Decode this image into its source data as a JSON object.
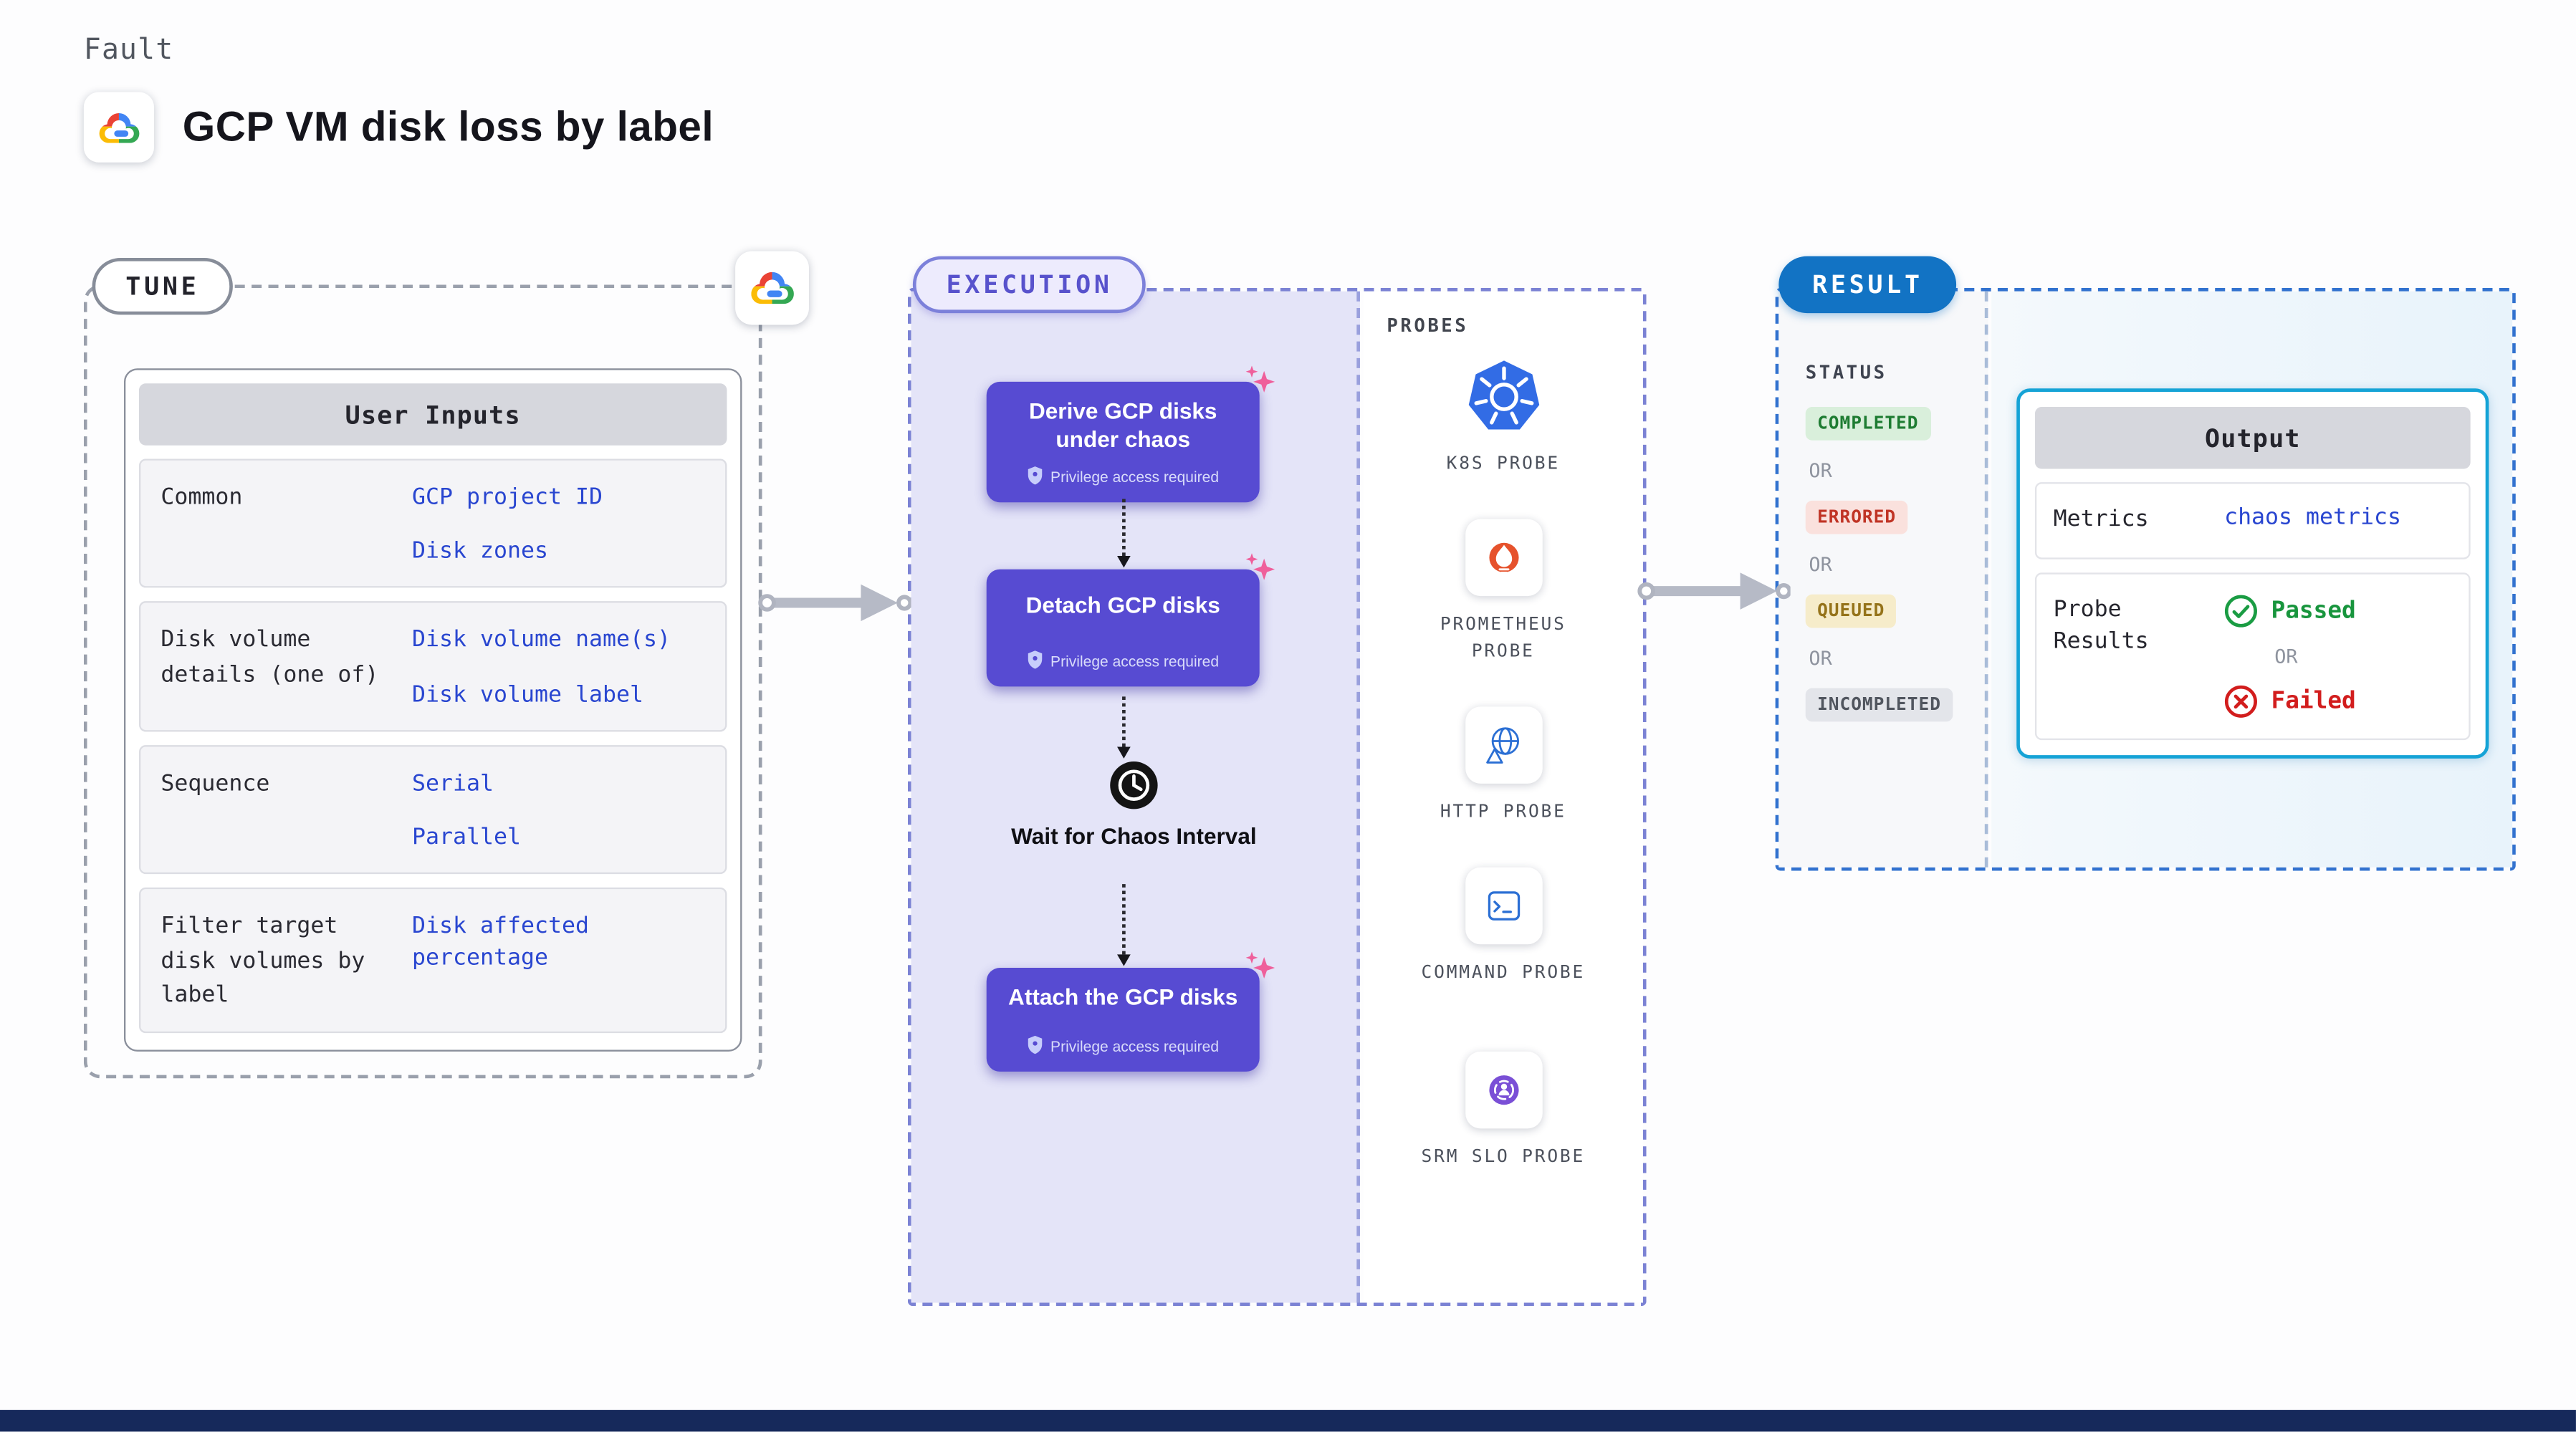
{
  "page": {
    "kicker": "Fault",
    "title": "GCP VM disk loss by label"
  },
  "tune": {
    "label": "TUNE",
    "card_title": "User Inputs",
    "rows": [
      {
        "label": "Common",
        "values": [
          "GCP project ID",
          "Disk zones"
        ]
      },
      {
        "label": "Disk volume details (one of)",
        "values": [
          "Disk volume name(s)",
          "Disk volume label"
        ]
      },
      {
        "label": "Sequence",
        "values": [
          "Serial",
          "Parallel"
        ]
      },
      {
        "label": "Filter target disk volumes by label",
        "values": [
          "Disk affected percentage"
        ]
      }
    ]
  },
  "execution": {
    "label": "EXECUTION",
    "steps": [
      {
        "title": "Derive GCP disks under chaos",
        "badge": "Privilege access required"
      },
      {
        "title": "Detach GCP disks",
        "badge": "Privilege access required"
      },
      {
        "title": "Wait for Chaos Interval"
      },
      {
        "title": "Attach the GCP disks",
        "badge": "Privilege access required"
      }
    ]
  },
  "probes": {
    "label": "PROBES",
    "items": [
      {
        "name": "K8S PROBE",
        "icon": "kubernetes-icon"
      },
      {
        "name": "PROMETHEUS PROBE",
        "icon": "prometheus-icon"
      },
      {
        "name": "HTTP PROBE",
        "icon": "globe-icon"
      },
      {
        "name": "COMMAND PROBE",
        "icon": "terminal-icon"
      },
      {
        "name": "SRM SLO PROBE",
        "icon": "srm-slo-icon"
      }
    ]
  },
  "result": {
    "label": "RESULT",
    "status_title": "STATUS",
    "or_label": "OR",
    "statuses": [
      {
        "label": "COMPLETED",
        "color": "#1e7c32"
      },
      {
        "label": "ERRORED",
        "color": "#c03425"
      },
      {
        "label": "QUEUED",
        "color": "#95731a"
      },
      {
        "label": "INCOMPLETED",
        "color": "#51565f"
      }
    ],
    "output": {
      "title": "Output",
      "metrics_label": "Metrics",
      "metrics_value": "chaos metrics",
      "probe_results_label": "Probe Results",
      "passed_label": "Passed",
      "or_label": "OR",
      "failed_label": "Failed"
    }
  },
  "colors": {
    "step_purple": "#574bd2",
    "execution_bg": "#e4e4f8",
    "result_blue": "#1273c4",
    "output_border": "#15a3d6",
    "value_blue": "#2946d0",
    "sparkle_pink": "#ef5f9b",
    "arrow_gray": "#b6bac6",
    "footer_navy": "#16295b"
  }
}
